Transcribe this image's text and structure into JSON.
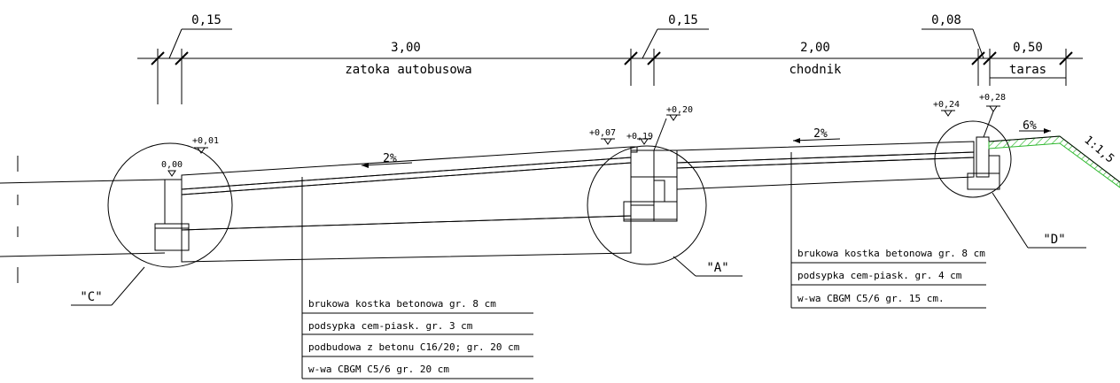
{
  "dimensions": {
    "top_labels": [
      "0,15",
      "0,15",
      "0,08"
    ],
    "spans": [
      {
        "value": "3,00",
        "name": "zatoka autobusowa"
      },
      {
        "value": "2,00",
        "name": "chodnik"
      },
      {
        "value": "0,50",
        "name": "taras"
      }
    ]
  },
  "elevations": {
    "e_000": "0,00",
    "e_p001": "+0,01",
    "e_p007": "+0,07",
    "e_p019": "+0,19",
    "e_p020": "+0,20",
    "e_p024": "+0,24",
    "e_p028": "+0,28"
  },
  "slopes": {
    "bay": "2%",
    "sidewalk": "2%",
    "terrace": "6%",
    "embankment": "1:1,5"
  },
  "details": {
    "C": "\"C\"",
    "A": "\"A\"",
    "D": "\"D\""
  },
  "layers_left": [
    "brukowa kostka betonowa gr. 8 cm",
    "podsypka cem-piask. gr. 3 cm",
    "podbudowa z betonu C16/20; gr. 20 cm",
    "w-wa CBGM C5/6 gr. 20 cm"
  ],
  "layers_right": [
    "brukowa kostka betonowa gr. 8 cm",
    "podsypka cem-piask. gr. 4 cm",
    "w-wa CBGM C5/6 gr. 15 cm."
  ],
  "colors": {
    "lines": "#000000",
    "embankment_hatch": "#2db82d",
    "background": "#ffffff"
  }
}
